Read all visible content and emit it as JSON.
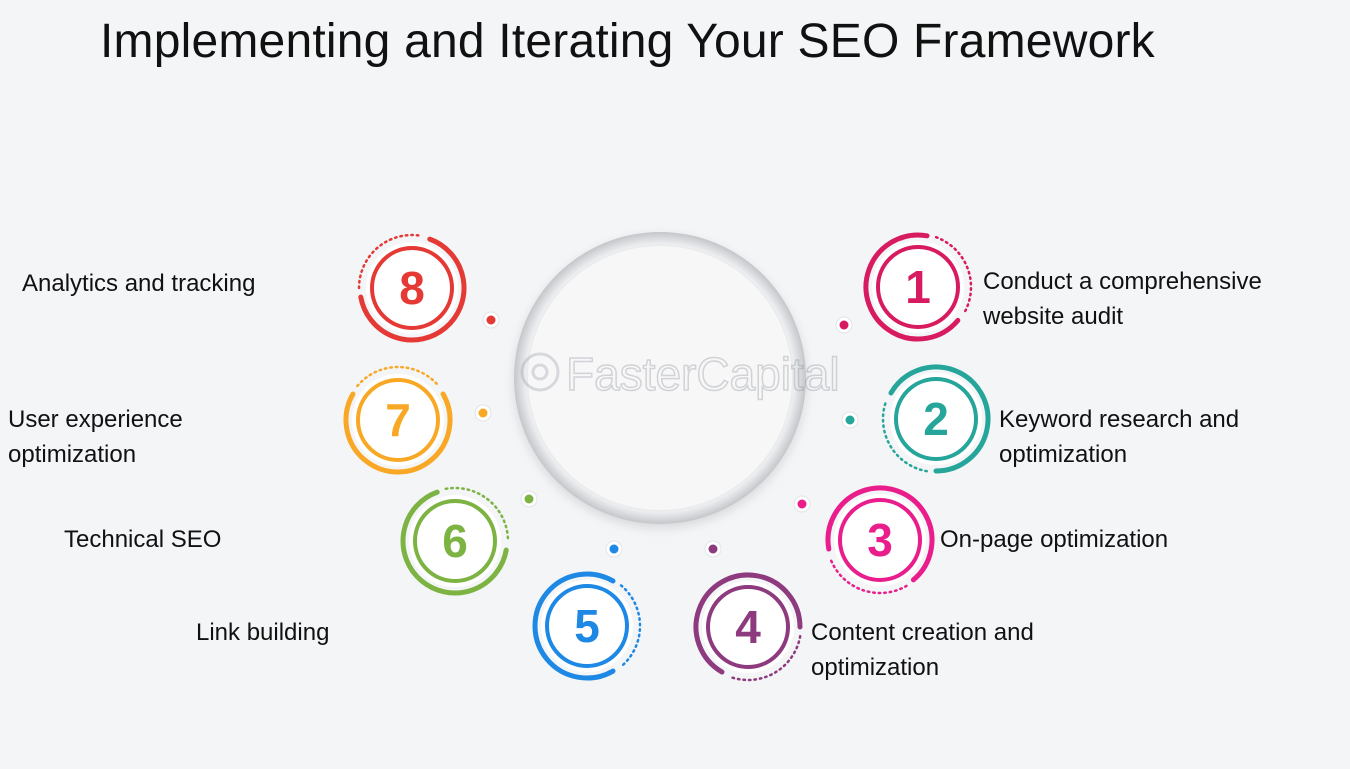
{
  "title": "Implementing and Iterating Your SEO Framework",
  "watermark": "FasterCapital",
  "steps": [
    {
      "number": "1",
      "lines": [
        "Conduct a comprehensive",
        "website audit"
      ],
      "color": "#d81b60"
    },
    {
      "number": "2",
      "lines": [
        "Keyword research and",
        "optimization"
      ],
      "color": "#26a69a"
    },
    {
      "number": "3",
      "lines": [
        "On-page optimization"
      ],
      "color": "#e91e8c"
    },
    {
      "number": "4",
      "lines": [
        "Content creation and",
        "optimization"
      ],
      "color": "#8e3a7f"
    },
    {
      "number": "5",
      "lines": [
        "Link building"
      ],
      "color": "#1e88e5"
    },
    {
      "number": "6",
      "lines": [
        "Technical SEO"
      ],
      "color": "#7cb342"
    },
    {
      "number": "7",
      "lines": [
        "User experience",
        "optimization"
      ],
      "color": "#f9a825"
    },
    {
      "number": "8",
      "lines": [
        "Analytics and tracking"
      ],
      "color": "#e53935"
    }
  ]
}
